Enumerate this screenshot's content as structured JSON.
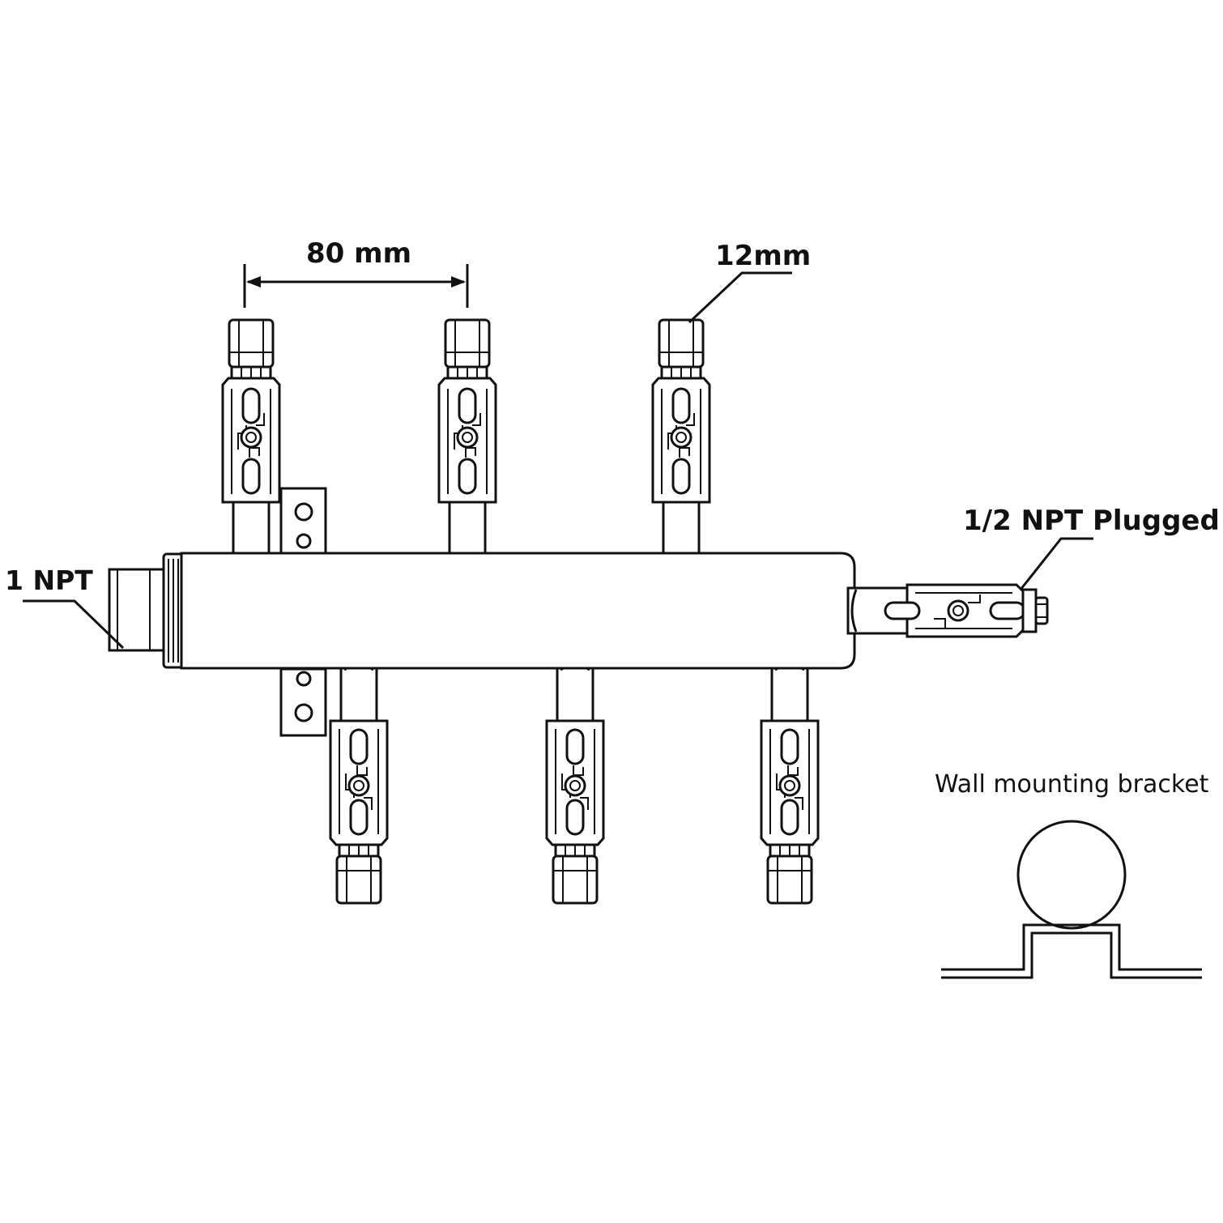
{
  "labels": {
    "spacing": "80 mm",
    "outlet_size": "12mm",
    "inlet": "1 NPT",
    "end_plug": "1/2 NPT Plugged",
    "bracket": "Wall mounting bracket"
  },
  "manifold": {
    "top_outlets": 3,
    "bottom_outlets": 3
  },
  "colors": {
    "line": "#111111",
    "background": "#ffffff"
  }
}
